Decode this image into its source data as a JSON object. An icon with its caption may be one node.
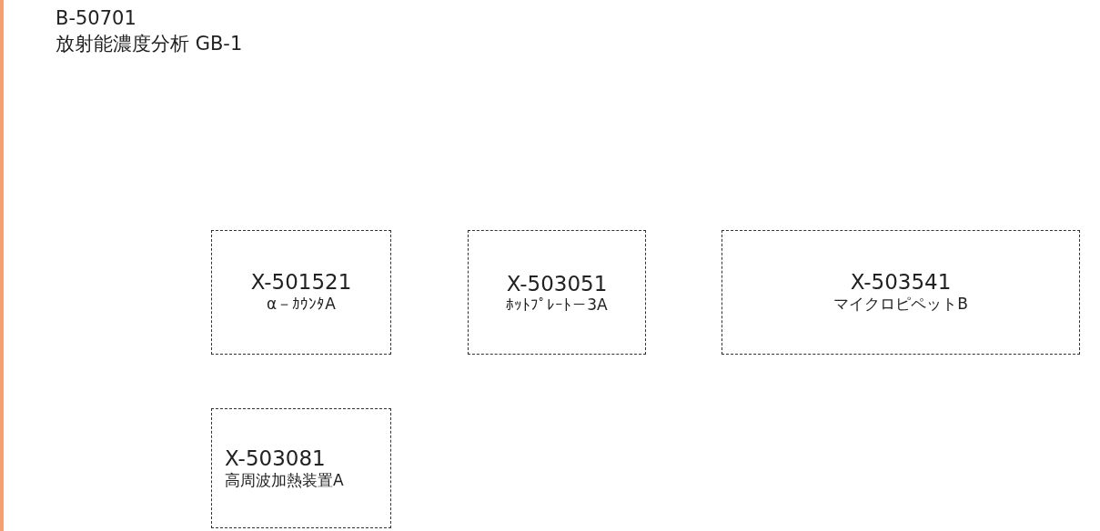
{
  "diagram": {
    "title": "B-50701",
    "nodes": [
      {
        "text": [
          "X-501521",
          "α－ｶｳﾝﾀA"
        ]
      },
      {
        "text": [
          "X-503051",
          "ﾎｯﾄﾌﾟﾚｰﾄ－3A"
        ]
      },
      {
        "text": [
          "X-503541",
          "マイクロピペットB"
        ]
      },
      {
        "text": [
          "X-503081",
          "高周波加熱装置A"
        ]
      }
    ],
    "edges": [],
    "labels": [
      "放射能濃度分析 GB-1"
    ]
  }
}
